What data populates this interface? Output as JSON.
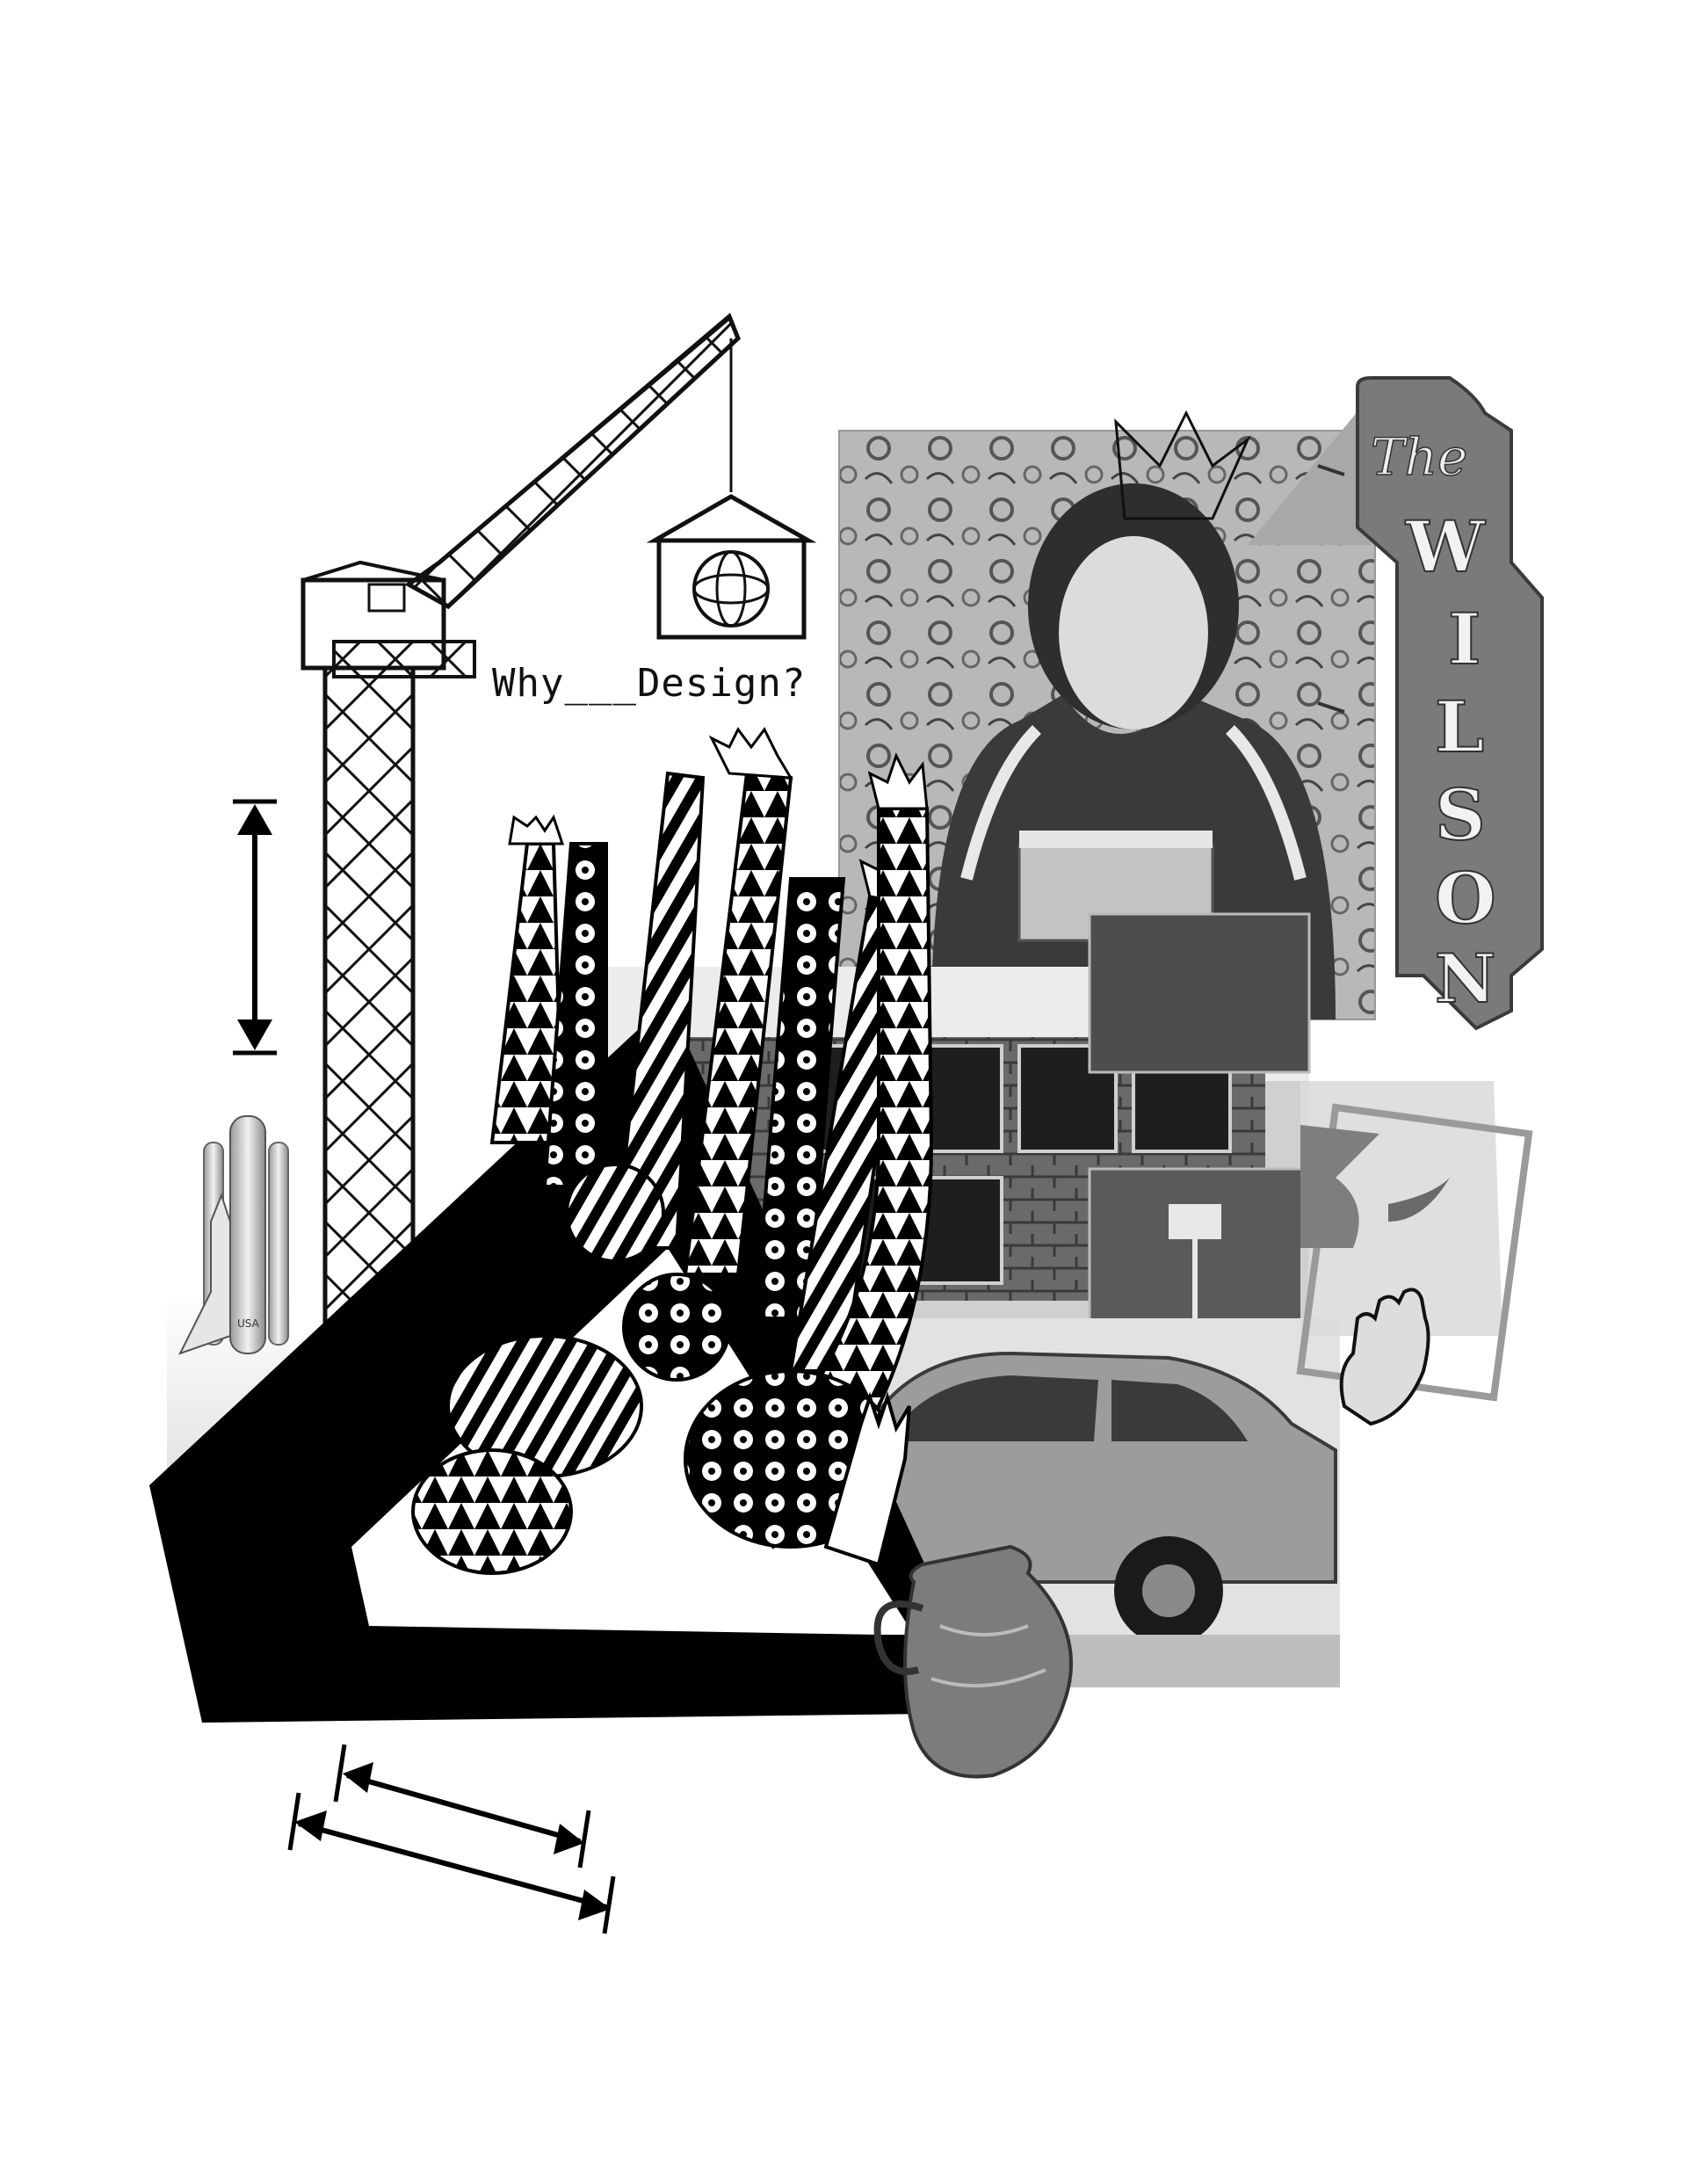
{
  "artwork": {
    "title": "Why___Design?",
    "sign_letters": [
      "The",
      "W",
      "I",
      "L",
      "S",
      "O",
      "N"
    ],
    "shuttle_label": "USA",
    "colors": {
      "background": "#ffffff",
      "ink": "#000000",
      "mid_gray": "#8a8a8a",
      "light_gray": "#d6d6d6",
      "dark_gray": "#4a4a4a"
    }
  }
}
